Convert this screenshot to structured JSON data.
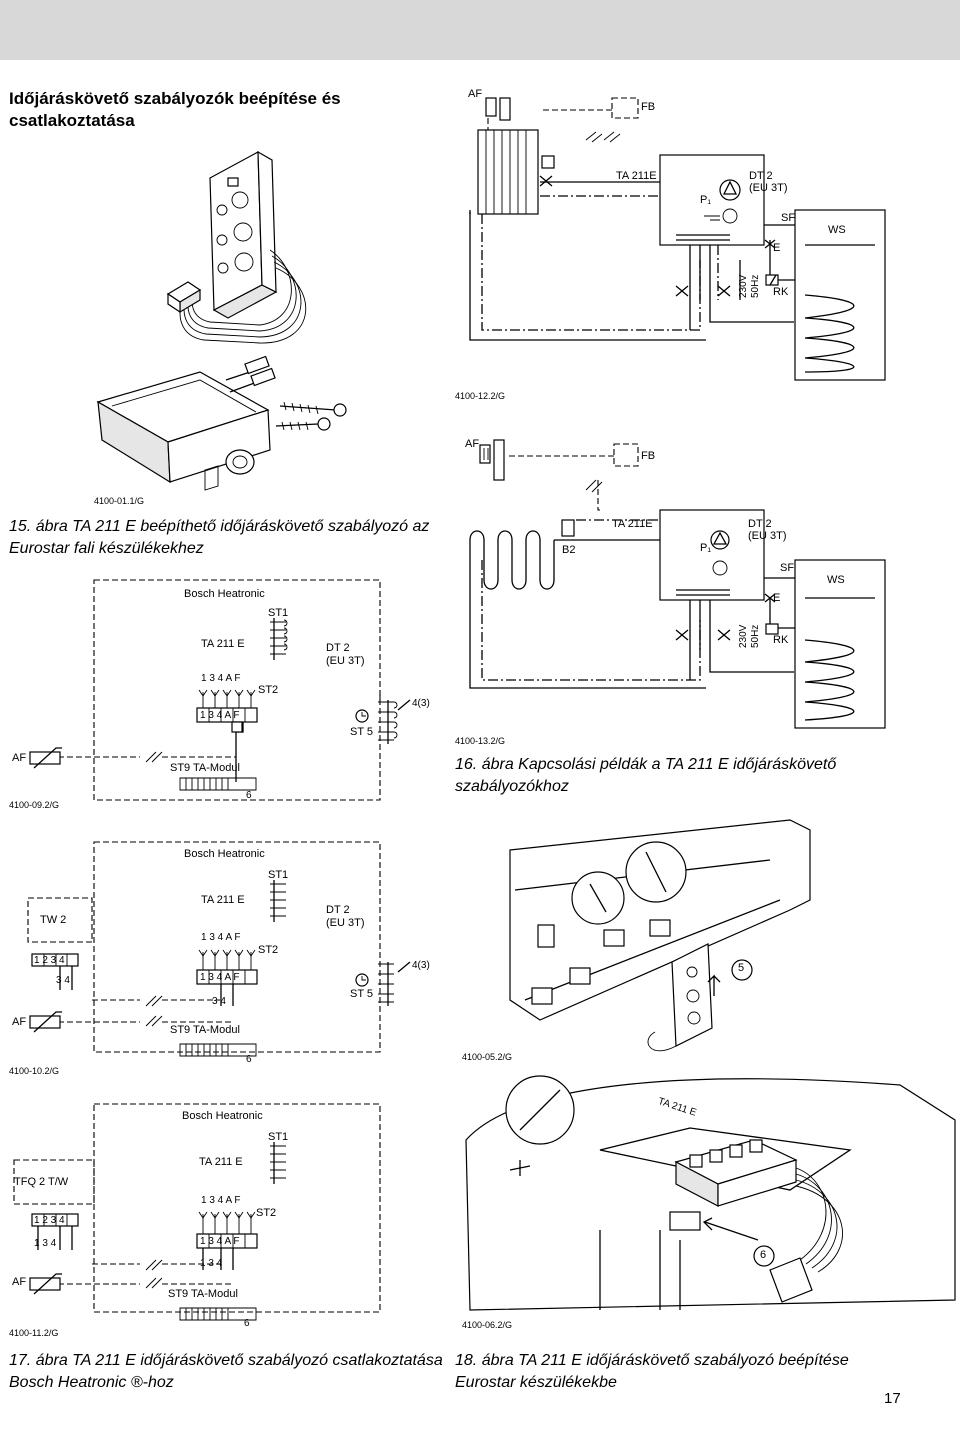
{
  "page": {
    "heading": "Időjáráskövető szabályozók beépítése és csatlakoztatása",
    "page_number": "17"
  },
  "figures": {
    "fig15": {
      "caption": "15. ábra  TA 211 E beépíthető időjáráskövető szabályozó az Eurostar fali készülékekhez",
      "ref": "4100-01.1/G"
    },
    "fig16": {
      "caption": "16. ábra  Kapcsolási példák a TA 211 E időjáráskövető szabályozókhoz",
      "ref_top": "4100-12.2/G",
      "ref_bottom": "4100-13.2/G"
    },
    "fig17": {
      "caption": "17. ábra  TA 211 E időjáráskövető szabályozó csatlakoztatása Bosch Heatronic ®-hoz",
      "ref_a": "4100-09.2/G",
      "ref_b": "4100-10.2/G",
      "ref_c": "4100-11.2/G"
    },
    "fig18": {
      "caption": "18. ábra  TA 211 E időjáráskövető szabályozó beépítése Eurostar készülékekbe",
      "ref_a": "4100-05.2/G",
      "ref_b": "4100-06.2/G"
    }
  },
  "labels": {
    "af": "AF",
    "fb": "FB",
    "ta211e": "TA 211E",
    "ta211e_sp": "TA 211 E",
    "ta211e_stamp": "TA 211 E",
    "dt2": "DT 2",
    "eu3t": "(EU 3T)",
    "dt2_eu": "DT 2 (EU 3T)",
    "p1": "P₁",
    "sf": "SF",
    "ws": "WS",
    "e": "E",
    "rk": "RK",
    "b2": "B2",
    "v230": "230V",
    "hz50": "50Hz",
    "bosch": "Bosch Heatronic",
    "st1": "ST1",
    "st2": "ST2",
    "st5": "ST 5",
    "st9": "ST9 TA-Modul",
    "terminals": "1  3  4  A  F",
    "six": "6",
    "four3": "4(3)",
    "tw2": "TW 2",
    "tfq": "TFQ 2 T/W",
    "n1234": "1 2 3 4",
    "n34": "3  4",
    "n134": "1      3   4",
    "n1_34": "1  3  4",
    "n5": "5",
    "n6": "6"
  }
}
